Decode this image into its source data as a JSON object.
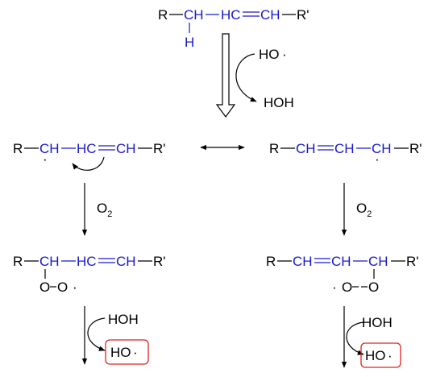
{
  "colors": {
    "text": "#000000",
    "highlight": "#1a1acc",
    "box": "#e02020"
  },
  "start": {
    "r": "R",
    "ch": "CH",
    "h": "H",
    "hc": "HC",
    "ch2": "CH",
    "rp": "R'",
    "reagent": "HO",
    "dot": "·",
    "product": "HOH"
  },
  "left_radical": {
    "r": "R",
    "ch": "CH",
    "hc": "HC",
    "ch2": "CH",
    "rp": "R'",
    "dot": "·"
  },
  "right_radical": {
    "r": "R",
    "ch1": "CH",
    "ch2": "CH",
    "ch3": "CH",
    "rp": "R'",
    "dot": "·"
  },
  "oxygen": {
    "o": "O",
    "sub": "2"
  },
  "left_peroxy": {
    "r": "R",
    "ch": "CH",
    "hc": "HC",
    "ch2": "CH",
    "rp": "R'",
    "o1": "O",
    "o2": "O",
    "dot": "·"
  },
  "right_peroxy": {
    "r": "R",
    "ch1": "CH",
    "ch2": "CH",
    "ch3": "CH",
    "rp": "R'",
    "o1": "O",
    "o2": "O",
    "dot": "·"
  },
  "final_left": {
    "reagent": "HOH",
    "product": "HO",
    "dot": "·"
  },
  "final_right": {
    "reagent": "HOH",
    "product": "HO",
    "dot": "·"
  }
}
